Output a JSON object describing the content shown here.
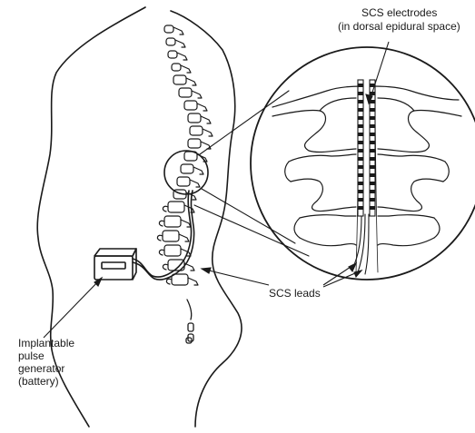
{
  "labels": {
    "electrodes_line1": "SCS electrodes",
    "electrodes_line2": "(in dorsal epidural space)",
    "leads": "SCS leads",
    "ipg_line1": "Implantable",
    "ipg_line2": "pulse",
    "ipg_line3": "generator",
    "ipg_line4": "(battery)"
  },
  "colors": {
    "ink": "#1a1a1a",
    "background": "#ffffff"
  }
}
